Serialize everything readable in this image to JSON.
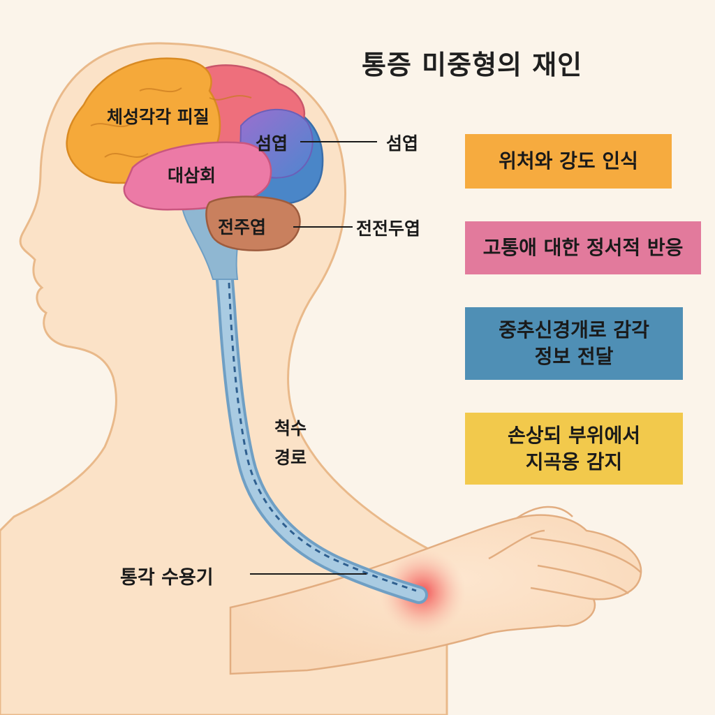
{
  "title": "통증 미중형의 재인",
  "regions": {
    "somatosensory": "체성각각 피질",
    "insula_inner": "섬엽",
    "cingulate": "대삼회",
    "prefrontal_inner": "전주엽"
  },
  "callouts": {
    "insula": "섬엽",
    "prefrontal": "전전두엽",
    "spinal_line1": "척수",
    "spinal_line2": "경로",
    "nociceptor": "통각 수용기"
  },
  "boxes": [
    {
      "lines": [
        "위처와 강도 인식"
      ],
      "color": "#f6ab3f"
    },
    {
      "lines": [
        "고통애 대한 정서적 반응"
      ],
      "color": "#e27a9c"
    },
    {
      "lines": [
        "중추신경개로 감각",
        "정보 전달"
      ],
      "color": "#4f8fb5"
    },
    {
      "lines": [
        "손상되 부위에서",
        "지곡옹 감지"
      ],
      "color": "#f2c94c"
    }
  ],
  "colors": {
    "background": "#fbf4ea",
    "skin": "#fbe2c7",
    "skin_outline": "#e9b98a",
    "somatosensory": "#f5a93a",
    "parietal": "#f08a78",
    "cingulate": "#ec7aa6",
    "insula": "#7b7fd0",
    "occipital": "#4a86c8",
    "prefrontal": "#c9805e",
    "spinal": "#8fb7d2",
    "pain": "#f25a5a"
  },
  "icons": [
    "brain",
    "spinal-cord",
    "hand",
    "pain-spot"
  ]
}
